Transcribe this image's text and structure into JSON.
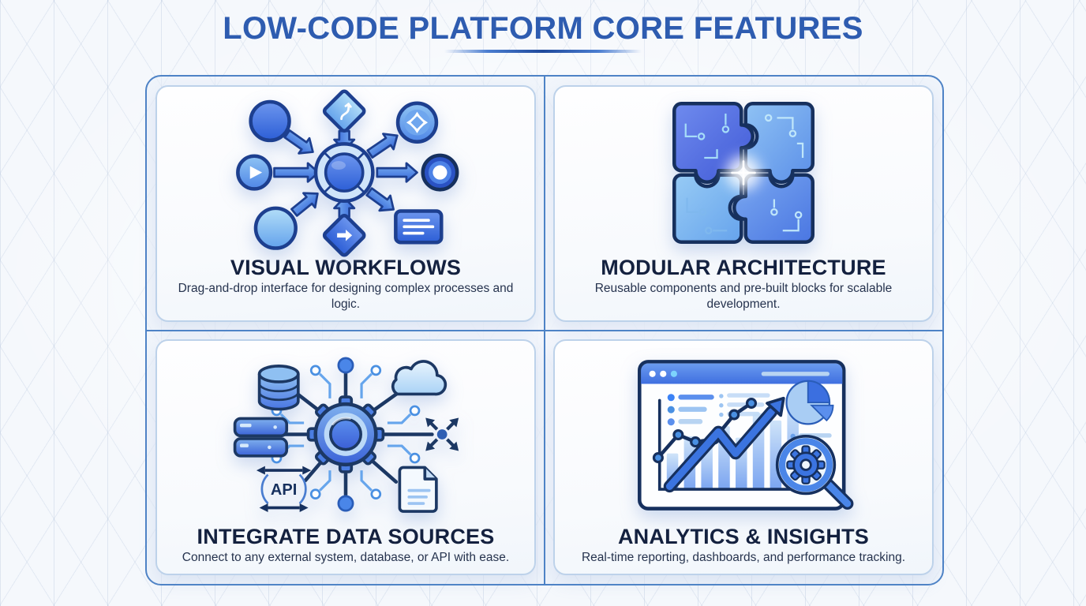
{
  "page": {
    "title": "LOW-CODE PLATFORM CORE FEATURES"
  },
  "features": [
    {
      "id": "visual-workflows",
      "title": "VISUAL WORKFLOWS",
      "description": "Drag-and-drop interface for designing complex processes and logic.",
      "icon": "workflow-hub-icon"
    },
    {
      "id": "modular-architecture",
      "title": "MODULAR ARCHITECTURE",
      "description": "Reusable components and pre-built blocks for scalable development.",
      "icon": "puzzle-blocks-icon"
    },
    {
      "id": "integrate-data-sources",
      "title": "INTEGRATE DATA SOURCES",
      "description": "Connect to any external system, database, or API with ease.",
      "icon": "integration-gear-network-icon"
    },
    {
      "id": "analytics-insights",
      "title": "ANALYTICS & INSIGHTS",
      "description": "Real-time reporting, dashboards, and performance tracking.",
      "icon": "analytics-dashboard-icon"
    }
  ],
  "icon_text": {
    "api_badge": "API"
  },
  "colors": {
    "title_blue": "#2e5cb0",
    "heading_navy": "#14213f",
    "body_navy": "#26334e",
    "panel_border": "#4e83c6",
    "card_border": "#bdd2ea",
    "icon_outline_navy": "#1c3864",
    "icon_blue": "#3b74e0",
    "icon_light_blue": "#8fc0f2"
  }
}
